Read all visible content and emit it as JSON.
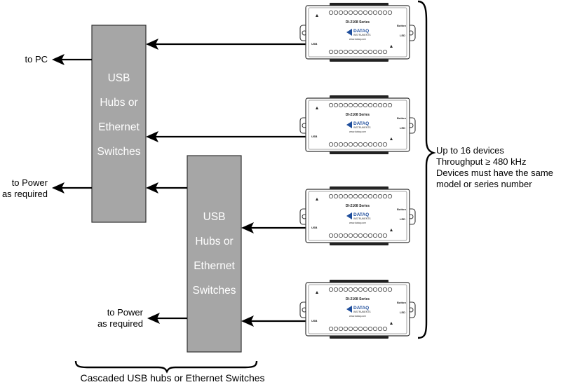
{
  "hub_upper": {
    "lines": [
      "USB",
      "Hubs or",
      "Ethernet",
      "Switches"
    ]
  },
  "hub_lower": {
    "lines": [
      "USB",
      "Hubs or",
      "Ethernet",
      "Switches"
    ]
  },
  "labels": {
    "to_pc": "to PC",
    "power_upper": [
      "to Power",
      "as required"
    ],
    "power_lower": [
      "to Power",
      "as required"
    ]
  },
  "device_notes": [
    "Up to 16 devices",
    "Throughput ≥ 480 kHz",
    "Devices must have the same",
    "model or series number"
  ],
  "caption": "Cascaded USB hubs or Ethernet Switches",
  "device": {
    "series": "DI-2108 Series",
    "brand": "DATAQ",
    "brand_sub": "INSTRUMENTS",
    "url": "www.dataq.com",
    "usb": "USB",
    "button": "Button",
    "led": "LED"
  }
}
